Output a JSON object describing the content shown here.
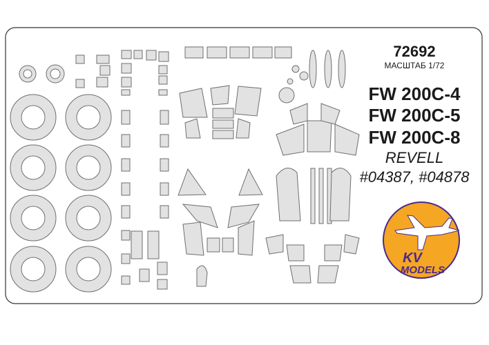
{
  "product": {
    "code": "72692",
    "scale": "МАСШТАБ 1/72",
    "models": [
      "FW 200C-4",
      "FW 200C-5",
      "FW 200C-8"
    ],
    "brand": "REVELL",
    "kit_numbers": "#04387, #04878"
  },
  "logo": {
    "line1": "KV",
    "line2": "MODELS",
    "circle_color": "#f5a623",
    "text_color": "#4b2a8c"
  },
  "colors": {
    "mask_fill": "#e2e2e2",
    "mask_stroke": "#6e6e6e"
  }
}
